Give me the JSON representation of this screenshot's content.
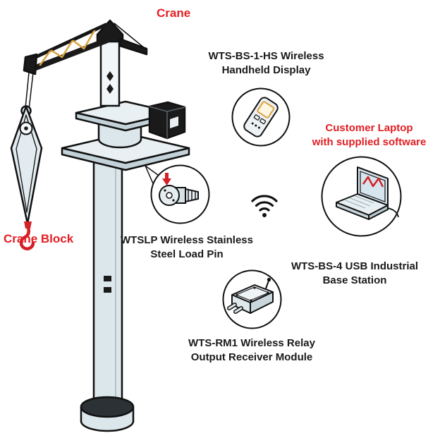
{
  "diagram": {
    "crane_label": "Crane",
    "crane_block_label": "Crane Block",
    "handheld_label": "WTS-BS-1-HS Wireless\nHandheld Display",
    "laptop_label": "Customer Laptop\nwith supplied software",
    "load_pin_label": "WTSLP Wireless Stainless\nSteel Load Pin",
    "base_station_label": "WTS-BS-4 USB Industrial\nBase Station",
    "relay_label": "WTS-RM1 Wireless Relay\nOutput Receiver Module"
  },
  "icons": {
    "crane": "crane-illustration",
    "crane_block": "crane-block-icon",
    "handheld": "handheld-display-icon",
    "load_pin": "load-pin-icon",
    "laptop": "laptop-icon",
    "relay": "relay-module-icon",
    "wifi": "wifi-signal-icon"
  },
  "colors": {
    "label_red": "#e31e24",
    "label_black": "#1a1a1a",
    "outline": "#111111",
    "fill_light": "#dce7ec",
    "fill_lighter": "#e9f0f3",
    "fill_shade": "#c3d2d9",
    "accent_orange": "#d9a13f",
    "hook_red": "#d42027"
  }
}
